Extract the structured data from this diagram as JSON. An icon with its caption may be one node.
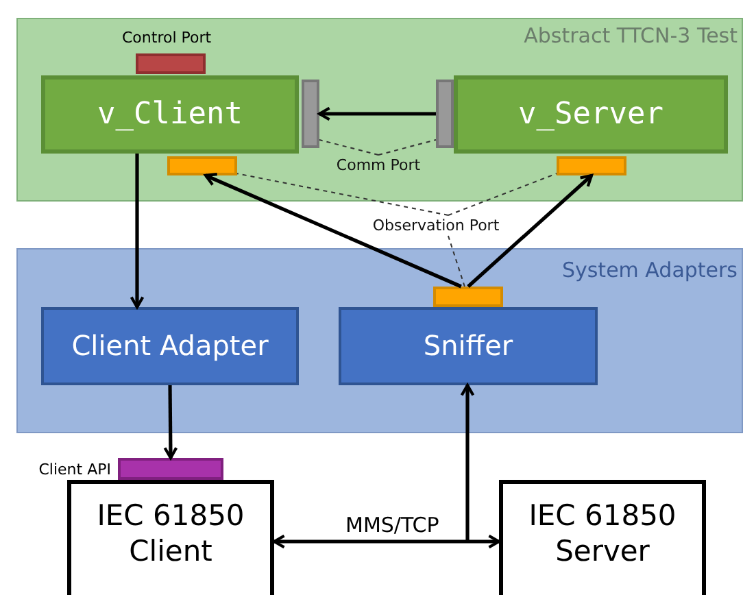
{
  "diagram": {
    "nodes": [
      {
        "text": [
          "Abstract TTCN-3 Test"
        ]
      },
      {
        "text": [
          "Control Port"
        ],
        "in": 0
      },
      {
        "text": [
          "v_Client"
        ],
        "in": 0
      },
      {
        "text": [],
        "shape": "bar",
        "in": 0
      },
      {
        "text": [],
        "shape": "bar",
        "in": 0
      },
      {
        "text": [
          "v_Server"
        ],
        "in": 0
      },
      {
        "text": [],
        "shape": "bar",
        "in": 0
      },
      {
        "text": [
          "Comm Port"
        ],
        "in": 0
      },
      {
        "text": [],
        "shape": "bar",
        "in": 0
      },
      {
        "text": [
          "Observation Port"
        ]
      },
      {
        "text": [
          "System Adapters"
        ]
      },
      {
        "text": [],
        "shape": "bar",
        "in": 10
      },
      {
        "text": [
          "Client Adapter"
        ],
        "in": 10
      },
      {
        "text": [
          "Sniffer"
        ],
        "in": 10
      },
      {
        "text": [
          "Client API"
        ]
      },
      {
        "text": [
          "IEC 61850 Client"
        ]
      },
      {
        "text": [
          "IEC 61850 Server"
        ]
      }
    ],
    "edges": [
      {
        "from": 4,
        "to": 3,
        "arrow": "to"
      },
      {
        "from": 7,
        "to": 3,
        "arrow": "none",
        "style": "dashed"
      },
      {
        "from": 7,
        "to": 4,
        "arrow": "none",
        "style": "dashed"
      },
      {
        "from": 9,
        "to": 6,
        "arrow": "none",
        "style": "dashed"
      },
      {
        "from": 9,
        "to": 8,
        "arrow": "none",
        "style": "dashed"
      },
      {
        "from": 9,
        "to": 11,
        "arrow": "none",
        "style": "dashed"
      },
      {
        "from": 11,
        "to": 6,
        "arrow": "to"
      },
      {
        "from": 11,
        "to": 8,
        "arrow": "to"
      },
      {
        "from": 2,
        "to": 12,
        "arrow": "to"
      },
      {
        "from": 12,
        "to": 14,
        "arrow": "to"
      },
      {
        "from": 15,
        "to": 16,
        "arrow": "both",
        "label": "MMS/TCP"
      },
      {
        "from": null,
        "to": 13,
        "arrow": "to"
      }
    ]
  }
}
